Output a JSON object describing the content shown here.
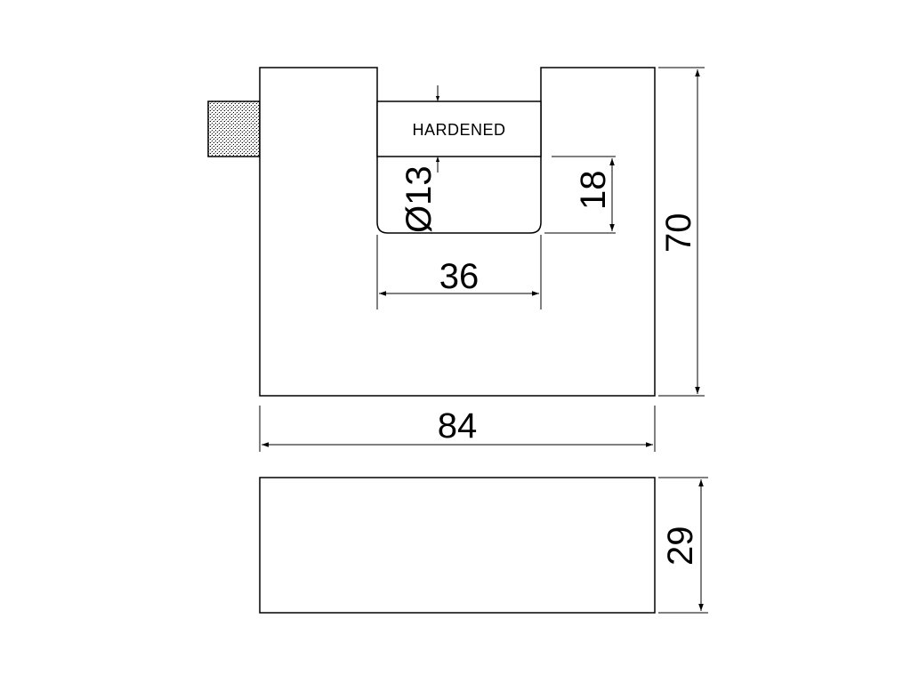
{
  "drawing": {
    "label_hardened": "HARDENED",
    "dim_diameter": "Ø13",
    "dim_slot_depth": "18",
    "dim_slot_width": "36",
    "dim_height": "70",
    "dim_width": "84",
    "dim_thickness": "29"
  },
  "colors": {
    "line": "#000000",
    "background": "#ffffff",
    "hatch": "#000000"
  }
}
